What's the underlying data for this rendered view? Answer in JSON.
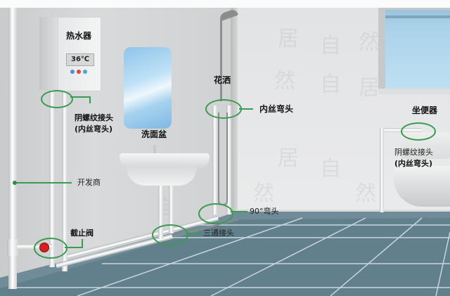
{
  "diagram": {
    "type": "bathroom plumbing layout illustration",
    "fixtures": {
      "water_heater": {
        "label": "热水器",
        "display_value": "36℃",
        "knob_colors": [
          "#4a90d9",
          "#e04545",
          "#4aa8c9"
        ]
      },
      "wash_basin": {
        "label": "洗面盆"
      },
      "shower": {
        "label": "花洒"
      },
      "toilet": {
        "label": "坐便器"
      }
    },
    "callouts": [
      {
        "id": "heater-female-thread",
        "line1": "阴螺纹接头",
        "line2": "(内丝弯头)"
      },
      {
        "id": "developer-pipe",
        "line1": "开发商"
      },
      {
        "id": "stop-valve",
        "line1": "截止阀"
      },
      {
        "id": "shower-inner-elbow",
        "line1": "内丝弯头"
      },
      {
        "id": "elbow-90",
        "line1": "90°弯头"
      },
      {
        "id": "tee-joint",
        "line1": "三通接头"
      },
      {
        "id": "toilet-female-thread",
        "line1": "阴螺纹接头",
        "line2": "(内丝弯头)"
      }
    ],
    "colors": {
      "callout_ring": "#3c9a52",
      "floor_tile": "#607d8a",
      "grout": "#c7d6dd",
      "valve": "#d42020"
    },
    "watermark_chars": [
      "居",
      "自",
      "然"
    ]
  }
}
